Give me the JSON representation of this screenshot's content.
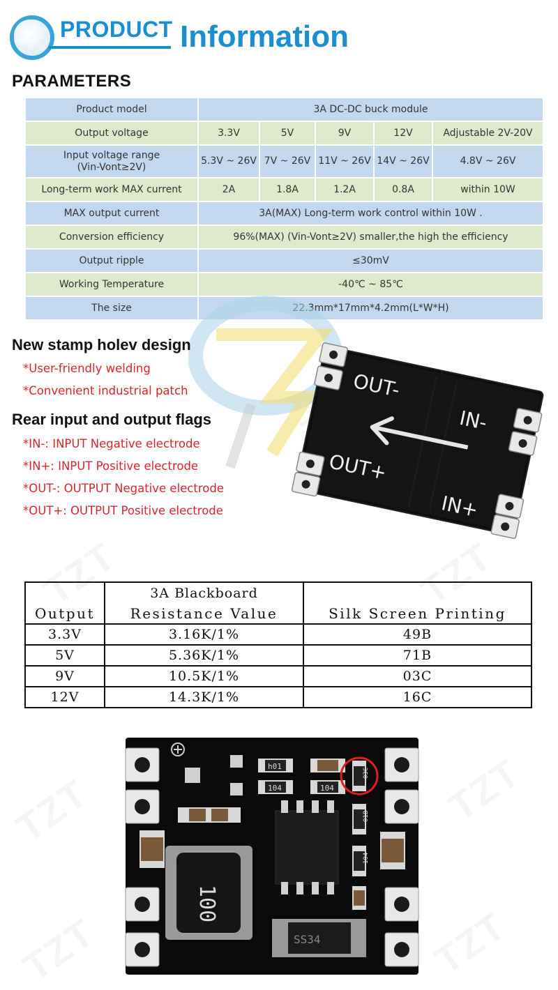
{
  "header": {
    "product_word": "PRODUCT",
    "info_word": "Information"
  },
  "watermark": "TZT",
  "parameters": {
    "title": "PARAMETERS",
    "rows": {
      "model": {
        "label": "Product model",
        "value": "3A DC-DC buck module"
      },
      "output_voltage": {
        "label": "Output voltage",
        "values": [
          "3.3V",
          "5V",
          "9V",
          "12V",
          "Adjustable 2V-20V"
        ]
      },
      "input_range": {
        "label_line1": "Input voltage range",
        "label_line2": "(Vin-Vont≥2V)",
        "values": [
          "5.3V ~ 26V",
          "7V ~ 26V",
          "11V ~ 26V",
          "14V ~ 26V",
          "4.8V ~ 26V"
        ]
      },
      "long_term_current": {
        "label": "Long-term work MAX current",
        "values": [
          "2A",
          "1.8A",
          "1.2A",
          "0.8A",
          "within 10W"
        ]
      },
      "max_output_current": {
        "label": "MAX output current",
        "value": "3A(MAX) Long-term work control within 10W ."
      },
      "efficiency": {
        "label": "Conversion efficiency",
        "value": "96%(MAX) (Vin-Vont≥2V) smaller,the high the efficiency"
      },
      "ripple": {
        "label": "Output ripple",
        "value": "≤30mV"
      },
      "temperature": {
        "label": "Working Temperature",
        "value": "-40℃ ~ 85℃"
      },
      "size": {
        "label": "The size",
        "value": "22.3mm*17mm*4.2mm(L*W*H)"
      }
    }
  },
  "features": {
    "stamp_title": "New stamp holev design",
    "stamp_items": [
      "*User-friendly welding",
      "*Convenient industrial patch"
    ],
    "flags_title": "Rear input and output flags",
    "flag_items": [
      "*IN-:  INPUT  Negative electrode",
      "*IN+:  INPUT Positive electrode",
      "*OUT-:  OUTPUT Negative electrode",
      "*OUT+:  OUTPUT Positive electrode"
    ]
  },
  "board_back_labels": {
    "out_minus": "OUT-",
    "in_minus": "IN-",
    "out_plus": "OUT+",
    "in_plus": "IN+"
  },
  "resistance_table": {
    "group_header": "3A Blackboard",
    "columns": [
      "Output",
      "Resistance Value",
      "Silk Screen Printing"
    ],
    "rows": [
      [
        "3.3V",
        "3.16K/1%",
        "49B"
      ],
      [
        "5V",
        "5.36K/1%",
        "71B"
      ],
      [
        "9V",
        "10.5K/1%",
        "03C"
      ],
      [
        "12V",
        "14.3K/1%",
        "16C"
      ]
    ]
  },
  "board_front_labels": {
    "r1": "h01",
    "r2": "104",
    "r3": "104",
    "r4": "03C",
    "r5": "01B",
    "r6": "104",
    "inductor": "100",
    "diode": "SS34"
  },
  "colors": {
    "accent": "#1a8fd0",
    "red": "#d7262b",
    "row_blue": "#c3d8ee",
    "row_green": "#dfe9cc"
  }
}
